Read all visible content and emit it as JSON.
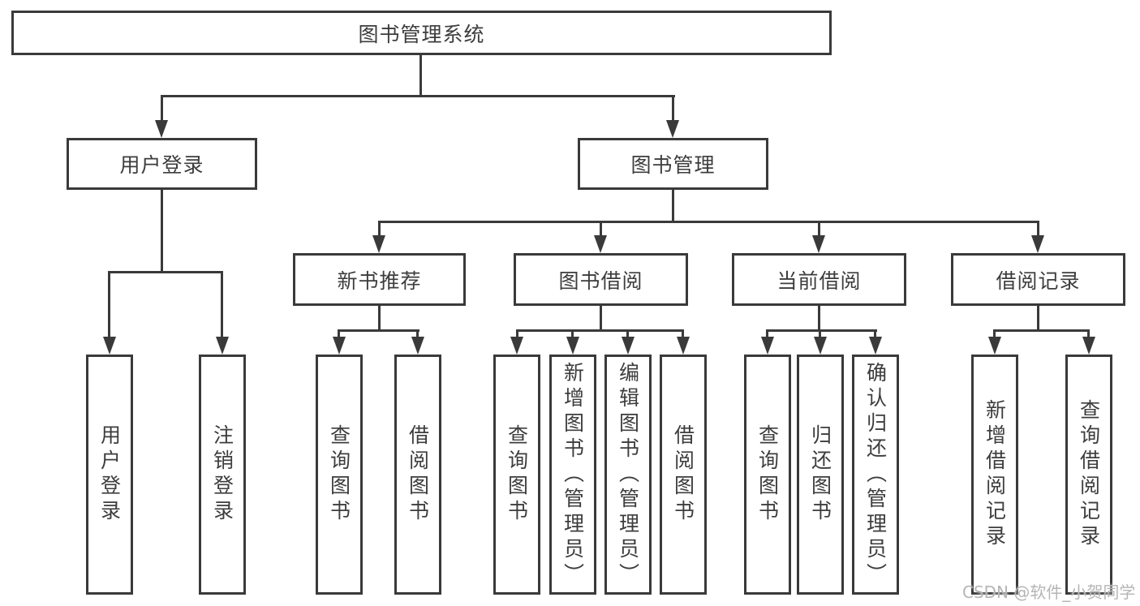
{
  "colors": {
    "line": "#3a3a3a",
    "ink": "#3d3d3d",
    "watermark": "#b5b5b5",
    "bg": "#ffffff"
  },
  "diagram": {
    "root": {
      "label": "图书管理系统"
    },
    "branches": [
      {
        "label": "用户登录",
        "children": [
          {
            "label": "用户登录"
          },
          {
            "label": "注销登录"
          }
        ]
      },
      {
        "label": "图书管理",
        "children": [
          {
            "label": "新书推荐",
            "children": [
              {
                "label": "查询图书"
              },
              {
                "label": "借阅图书"
              }
            ]
          },
          {
            "label": "图书借阅",
            "children": [
              {
                "label": "查询图书"
              },
              {
                "label": "新增图书（管理员）"
              },
              {
                "label": "编辑图书（管理员）"
              },
              {
                "label": "借阅图书"
              }
            ]
          },
          {
            "label": "当前借阅",
            "children": [
              {
                "label": "查询图书"
              },
              {
                "label": "归还图书"
              },
              {
                "label": "确认归还（管理员）"
              }
            ]
          },
          {
            "label": "借阅记录",
            "children": [
              {
                "label": "新增借阅记录"
              },
              {
                "label": "查询借阅记录"
              }
            ]
          }
        ]
      }
    ]
  },
  "watermark": {
    "text": "CSDN @软件_小贺同学"
  }
}
